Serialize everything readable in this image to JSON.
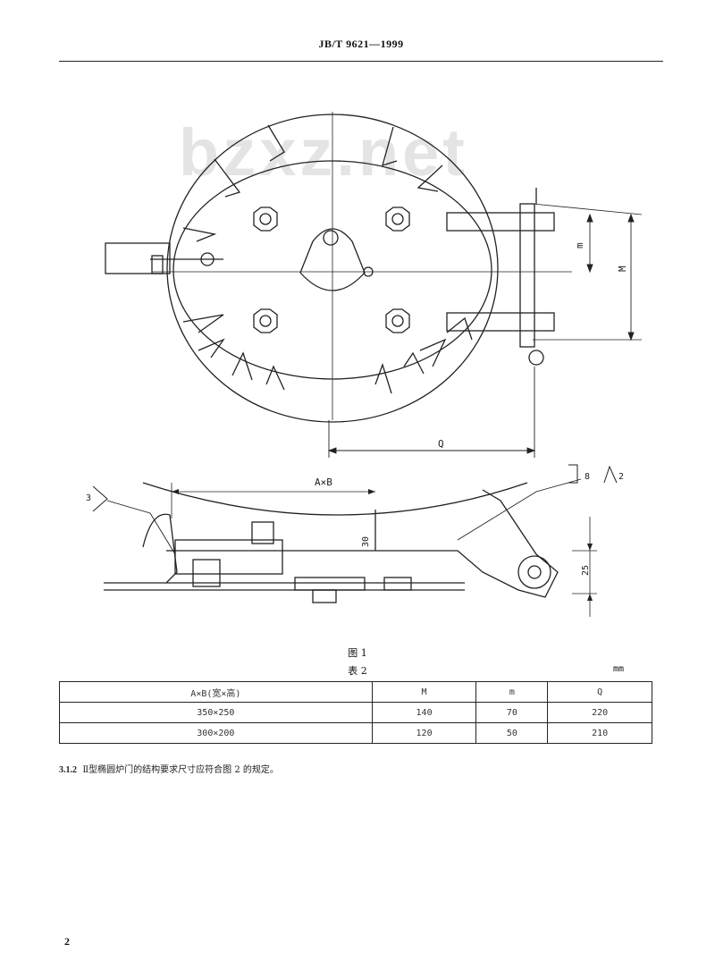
{
  "header": {
    "standard_no": "JB/T 9621—1999"
  },
  "watermark": "bzxz.net",
  "figure": {
    "dims": {
      "m": "m",
      "M": "M",
      "Q": "Q",
      "AxB": "A×B",
      "d30": "30",
      "d25": "25"
    },
    "weld_symbols": {
      "left": "3",
      "right_depth": "8",
      "right_leg": "2"
    },
    "caption": "图 1"
  },
  "table": {
    "caption": "表 2",
    "unit": "mm",
    "headers": [
      "A×B(宽×高)",
      "M",
      "m",
      "Q"
    ],
    "rows": [
      [
        "350×250",
        "140",
        "70",
        "220"
      ],
      [
        "300×200",
        "120",
        "50",
        "210"
      ]
    ]
  },
  "clause": {
    "number": "3.1.2",
    "text": "Ⅱ型椭圆炉门的结构要求尺寸应符合图 2 的规定。"
  },
  "page_number": "2"
}
